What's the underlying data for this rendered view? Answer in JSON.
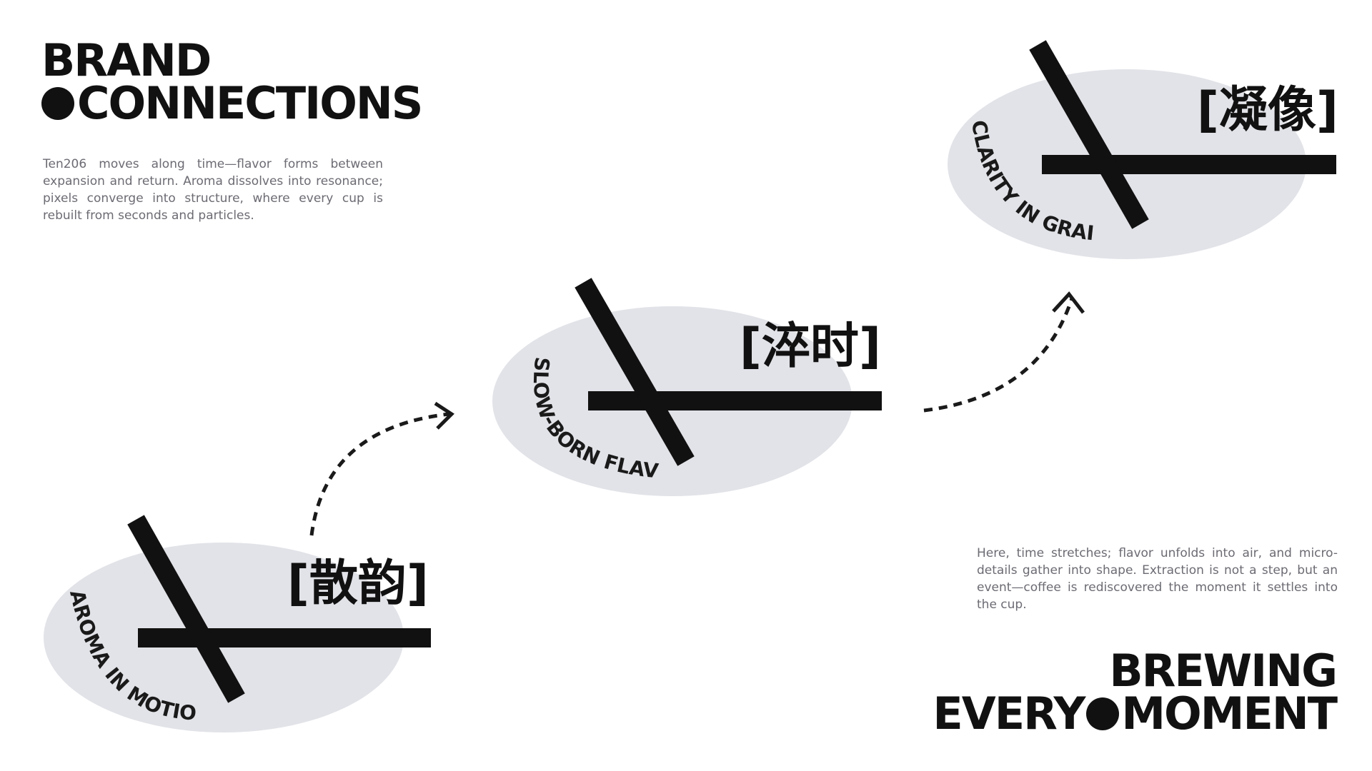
{
  "header": {
    "title_line1": "BRAND",
    "title_line2": "CONNECTIONS",
    "description": "Ten206 moves along time—flavor forms between expansion and return. Aroma dissolves into resonance; pixels converge into structure, where every cup is rebuilt from seconds and particles."
  },
  "footer": {
    "description": "Here, time stretches; flavor unfolds into air, and micro-details gather into shape. Extraction is not a step, but an event—coffee is rediscovered the moment it settles into the cup.",
    "title_line1": "BREWING",
    "title_line2_left": "EVERY",
    "title_line2_right": "MOMENT"
  },
  "stages": [
    {
      "label_cn": "[散韵]",
      "curve_text": "AROMA IN MOTION"
    },
    {
      "label_cn": "[淬时]",
      "curve_text": "SLOW-BORN FLAVOR"
    },
    {
      "label_cn": "[凝像]",
      "curve_text": "CLARITY IN GRAINS"
    }
  ],
  "colors": {
    "ink": "#111111",
    "oval": "#e2e3e8",
    "body_text": "#6b6b73"
  },
  "icons": [
    "filled-circle-dot-icon",
    "cross-mark-icon",
    "dotted-arrow-icon"
  ]
}
